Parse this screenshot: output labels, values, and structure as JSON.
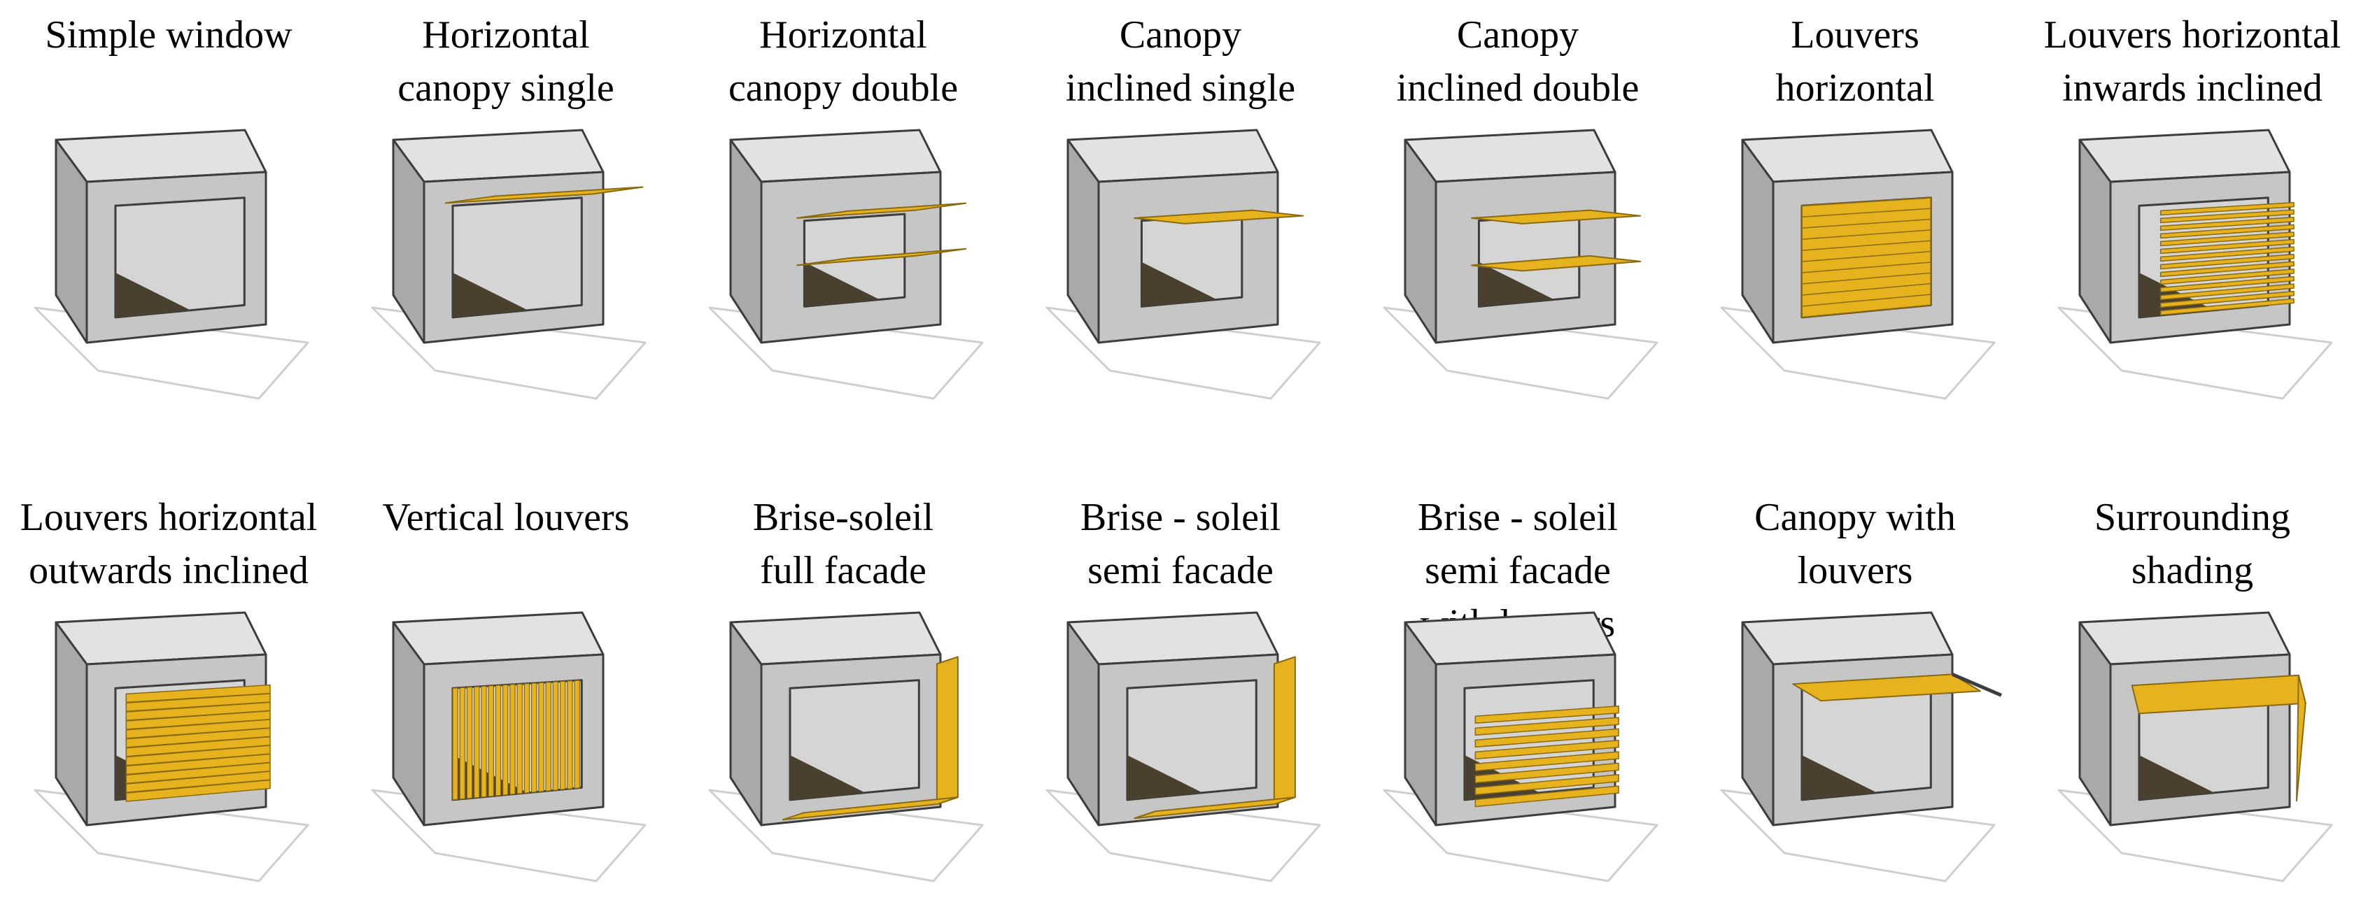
{
  "colors": {
    "facade": "#c6c6c6",
    "roof": "#e2e2e2",
    "side": "#a9a9a9",
    "side_dark": "#858585",
    "edge": "#3d3d3d",
    "window_shadow": "#4a4030",
    "interior": "#d5d5d5",
    "shading": "#e6b31e",
    "shading_edge": "#8a6a10",
    "ground_line": "#cfcfcf"
  },
  "panels": [
    {
      "label": "Simple window",
      "shading": "none",
      "count": 0,
      "window": "large"
    },
    {
      "label": "Horizontal\ncanopy single",
      "shading": "canopy",
      "count": 1,
      "window": "large"
    },
    {
      "label": "Horizontal\ncanopy double",
      "shading": "canopy",
      "count": 2,
      "window": "medium"
    },
    {
      "label": "Canopy\ninclined single",
      "shading": "canopy-inclined",
      "count": 1,
      "window": "medium"
    },
    {
      "label": "Canopy\ninclined double",
      "shading": "canopy-inclined",
      "count": 2,
      "window": "medium"
    },
    {
      "label": "Louvers\nhorizontal",
      "shading": "louvers-h",
      "count": 1,
      "window": "large"
    },
    {
      "label": "Louvers horizontal\ninwards inclined",
      "shading": "louvers-h-in",
      "count": 14,
      "window": "large"
    },
    {
      "label": "Louvers horizontal\noutwards inclined",
      "shading": "louvers-h-out",
      "count": 12,
      "window": "large"
    },
    {
      "label": "Vertical louvers",
      "shading": "louvers-v",
      "count": 18,
      "window": "large"
    },
    {
      "label": "Brise-soleil\nfull facade",
      "shading": "brise-full",
      "count": 1,
      "window": "large"
    },
    {
      "label": "Brise - soleil\nsemi facade",
      "shading": "brise-semi",
      "count": 1,
      "window": "large"
    },
    {
      "label": "Brise - soleil\nsemi facade\nwith louvers",
      "shading": "brise-semi-louvers",
      "count": 8,
      "window": "large"
    },
    {
      "label": "Canopy with\nlouvers",
      "shading": "canopy-louvers",
      "count": 1,
      "window": "large"
    },
    {
      "label": "Surrounding\nshading",
      "shading": "surrounding",
      "count": 1,
      "window": "large"
    }
  ]
}
